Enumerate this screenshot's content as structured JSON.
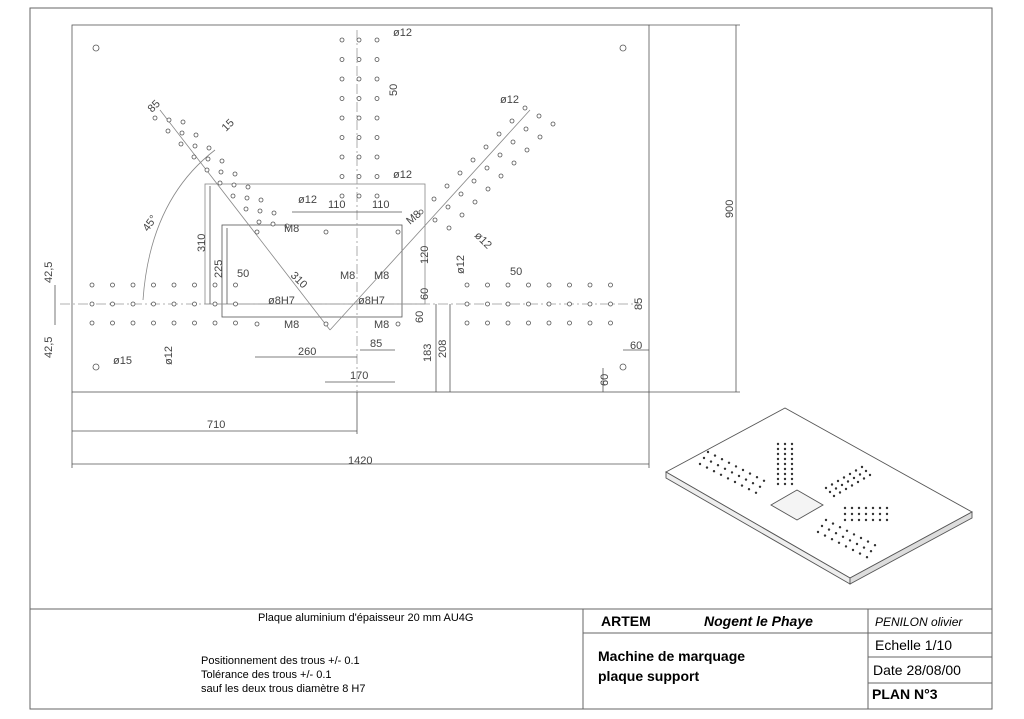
{
  "drawing": {
    "dimensions": {
      "width_1420": "1420",
      "half_710": "710",
      "height_900": "900",
      "d12_top": "ø12",
      "d12_mid": "ø12",
      "d12_right": "ø12",
      "d12_center": "ø12",
      "d12_diag": "ø12",
      "d12_right_v": "ø12",
      "d12_left_v": "ø12",
      "d15": "ø15",
      "pitch_50_top": "50",
      "pitch_50_left": "50",
      "pitch_50_right": "50",
      "pitch_85_diag": "85",
      "pitch_85_right": "85",
      "pitch_15_diag": "15",
      "angle_45": "45°",
      "dim_110_left": "110",
      "dim_110_right": "110",
      "dim_310_v": "310",
      "dim_310_d": "310",
      "dim_225": "225",
      "dim_120": "120",
      "dim_60_a": "60",
      "dim_60_b": "60",
      "dim_60_corner_h": "60",
      "dim_60_corner_v": "60",
      "dim_260": "260",
      "dim_85_small": "85",
      "dim_170": "170",
      "dim_183": "183",
      "dim_208": "208",
      "dim_42_5_top": "42,5",
      "dim_42_5_bottom": "42,5",
      "m8_1": "M8",
      "m8_2": "M8",
      "m8_3": "M8",
      "m8_4": "M8",
      "m8_5": "M8",
      "m8_6": "M8",
      "h7_left": "ø8H7",
      "h7_right": "ø8H7"
    }
  },
  "title_block": {
    "material": "Plaque aluminium d'épaisseur 20 mm AU4G",
    "tolerance_1": "Positionnement des trous +/- 0.1",
    "tolerance_2": "Tolérance des trous +/- 0.1",
    "tolerance_3": "sauf les deux trous diamètre 8 H7",
    "company": "ARTEM",
    "location": "Nogent le Phaye",
    "author": "PENILON olivier",
    "title_1": "Machine de marquage",
    "title_2": "plaque support",
    "scale": "Echelle 1/10",
    "date": "Date 28/08/00",
    "plan": "PLAN  N°3"
  }
}
